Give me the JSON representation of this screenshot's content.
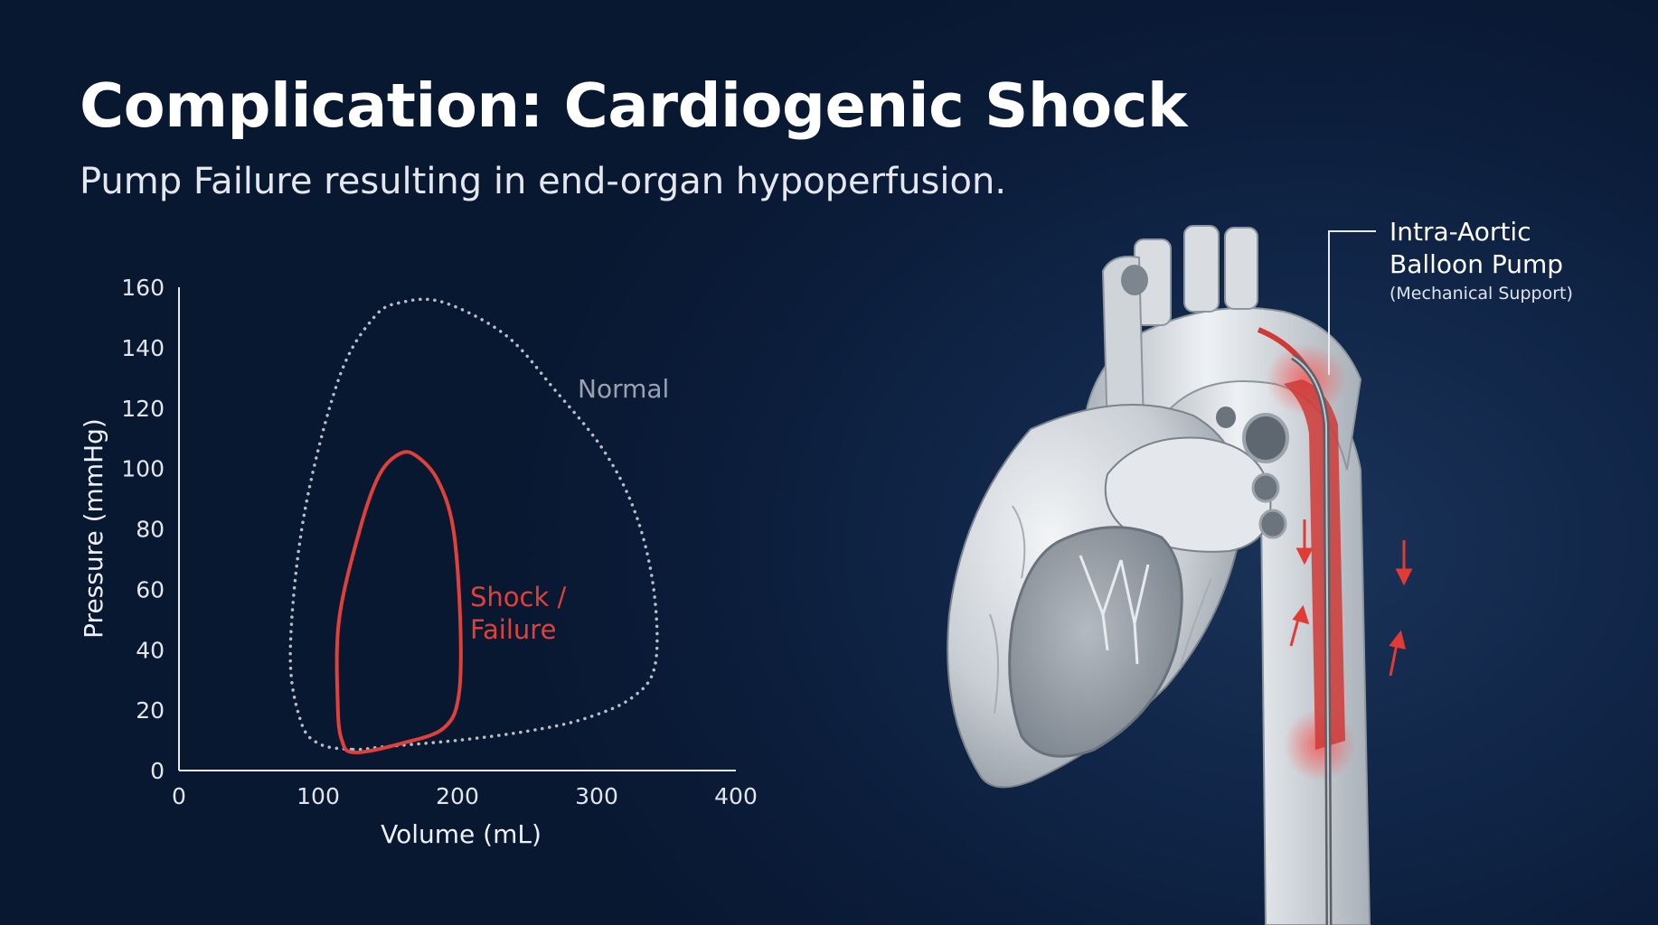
{
  "header": {
    "title": "Complication: Cardiogenic Shock",
    "subtitle": "Pump Failure resulting in end-organ hypoperfusion."
  },
  "chart_data": {
    "type": "line",
    "xlabel": "Volume (mL)",
    "ylabel": "Pressure (mmHg)",
    "xlim": [
      0,
      400
    ],
    "ylim": [
      0,
      160
    ],
    "x_ticks": [
      "0",
      "100",
      "200",
      "300",
      "400"
    ],
    "y_ticks": [
      "0",
      "20",
      "40",
      "60",
      "80",
      "100",
      "120",
      "140",
      "160"
    ],
    "grid": false,
    "series": [
      {
        "name": "Normal",
        "style": "dotted",
        "color": "#b8bec6",
        "points": [
          [
            125,
            7
          ],
          [
            150,
            8
          ],
          [
            200,
            10
          ],
          [
            250,
            13
          ],
          [
            290,
            17
          ],
          [
            325,
            24
          ],
          [
            342,
            35
          ],
          [
            341,
            60
          ],
          [
            328,
            85
          ],
          [
            305,
            106
          ],
          [
            270,
            126
          ],
          [
            235,
            144
          ],
          [
            190,
            155
          ],
          [
            160,
            155
          ],
          [
            140,
            150
          ],
          [
            115,
            130
          ],
          [
            90,
            85
          ],
          [
            80,
            40
          ],
          [
            87,
            17
          ],
          [
            100,
            9
          ]
        ]
      },
      {
        "name": "Shock / Failure",
        "style": "solid",
        "color": "#e0403a",
        "points": [
          [
            126,
            6
          ],
          [
            160,
            9
          ],
          [
            190,
            14
          ],
          [
            201,
            25
          ],
          [
            202,
            50
          ],
          [
            197,
            80
          ],
          [
            186,
            96
          ],
          [
            171,
            104
          ],
          [
            159,
            105
          ],
          [
            144,
            98
          ],
          [
            130,
            80
          ],
          [
            115,
            50
          ],
          [
            114,
            22
          ],
          [
            117,
            10
          ]
        ]
      }
    ]
  },
  "device": {
    "label_main_1": "Intra-Aortic",
    "label_main_2": "Balloon Pump",
    "label_sub": "(Mechanical Support)"
  },
  "colors": {
    "background": "#0e2142",
    "accent_red": "#e0403a"
  }
}
